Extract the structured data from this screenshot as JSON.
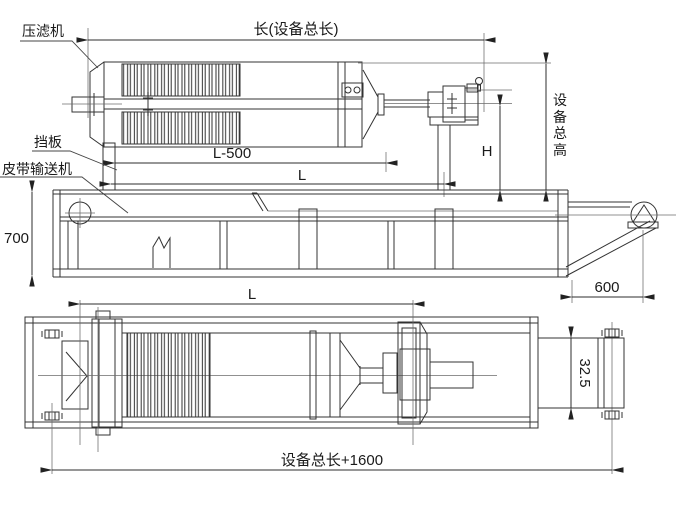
{
  "labels": {
    "filter_press": "压滤机",
    "baffle": "挡板",
    "belt_conveyor": "皮带输送机"
  },
  "dims": {
    "total_length": "长(设备总长)",
    "l_minus_500": "L-500",
    "l_side": "L",
    "h": "H",
    "total_height": "设备总高",
    "conveyor_height": "700",
    "overhang": "600",
    "l_plan": "L",
    "roller_width": "32.5",
    "overall_length": "设备总长+1600"
  },
  "colors": {
    "line": "#333333",
    "background": "#ffffff"
  }
}
